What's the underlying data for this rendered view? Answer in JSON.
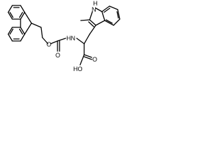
{
  "diagram": {
    "type": "chemical-structure",
    "labels": {
      "NH_indole": "H",
      "N_indole": "N",
      "O_ester": "O",
      "HN_amide": "HN",
      "O_carbonyl": "O",
      "O_acid": "O",
      "HO_acid": "HO"
    }
  }
}
